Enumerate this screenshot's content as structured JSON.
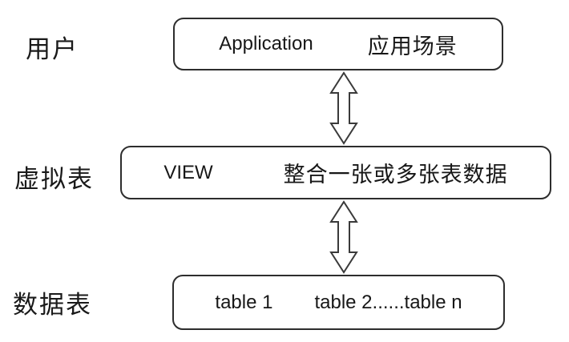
{
  "diagram": {
    "rows": [
      {
        "label": "用户",
        "box": {
          "left_text": "Application",
          "right_text": "应用场景"
        }
      },
      {
        "label": "虚拟表",
        "box": {
          "left_text": "VIEW",
          "right_text": "整合一张或多张表数据"
        }
      },
      {
        "label": "数据表",
        "box": {
          "left_text": "table 1",
          "right_text": "table 2......table n"
        }
      }
    ],
    "arrows": [
      {
        "type": "double-headed-vertical",
        "from": "application-box",
        "to": "view-box"
      },
      {
        "type": "double-headed-vertical",
        "from": "view-box",
        "to": "tables-box"
      }
    ],
    "colors": {
      "background": "#ffffff",
      "box_border": "#2d2d2d",
      "text": "#171717",
      "arrow_outline": "#3a3a3a",
      "arrow_fill": "#ffffff"
    }
  }
}
